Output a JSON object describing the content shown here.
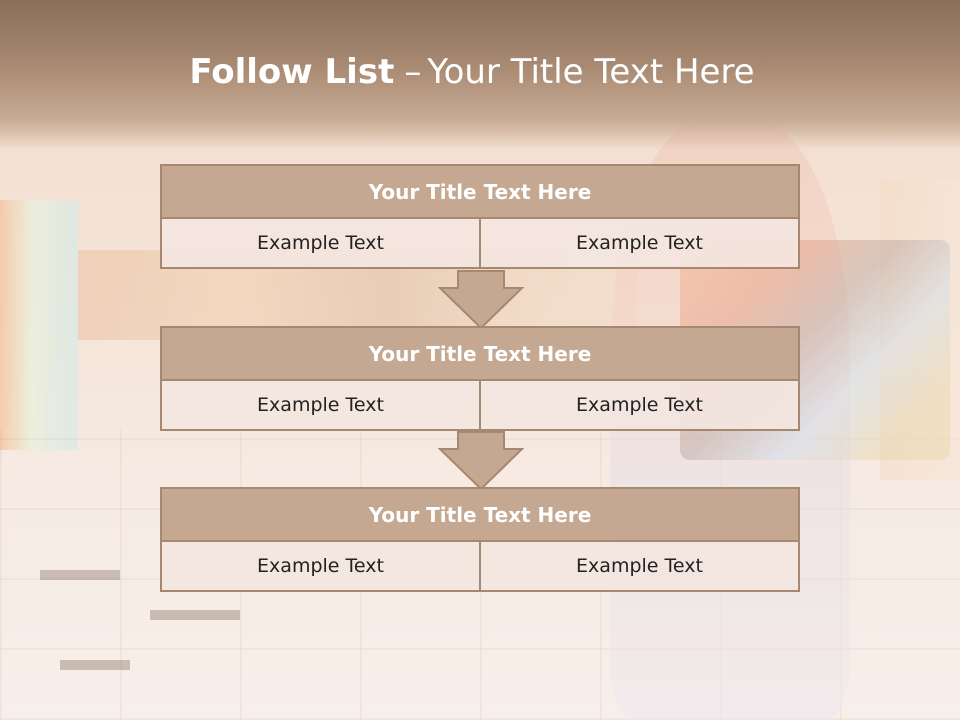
{
  "slide": {
    "title_bold": "Follow List",
    "title_dash": "–",
    "title_rest": "Your Title Text Here"
  },
  "steps": [
    {
      "title": "Your Title Text Here",
      "left": "Example Text",
      "right": "Example Text"
    },
    {
      "title": "Your Title Text Here",
      "left": "Example Text",
      "right": "Example Text"
    },
    {
      "title": "Your Title Text Here",
      "left": "Example Text",
      "right": "Example Text"
    }
  ],
  "colors": {
    "header_fill": "#c5a891",
    "border": "#a68871",
    "cell_fill": "#f3e6e0",
    "arrow_fill": "#c5a891"
  }
}
